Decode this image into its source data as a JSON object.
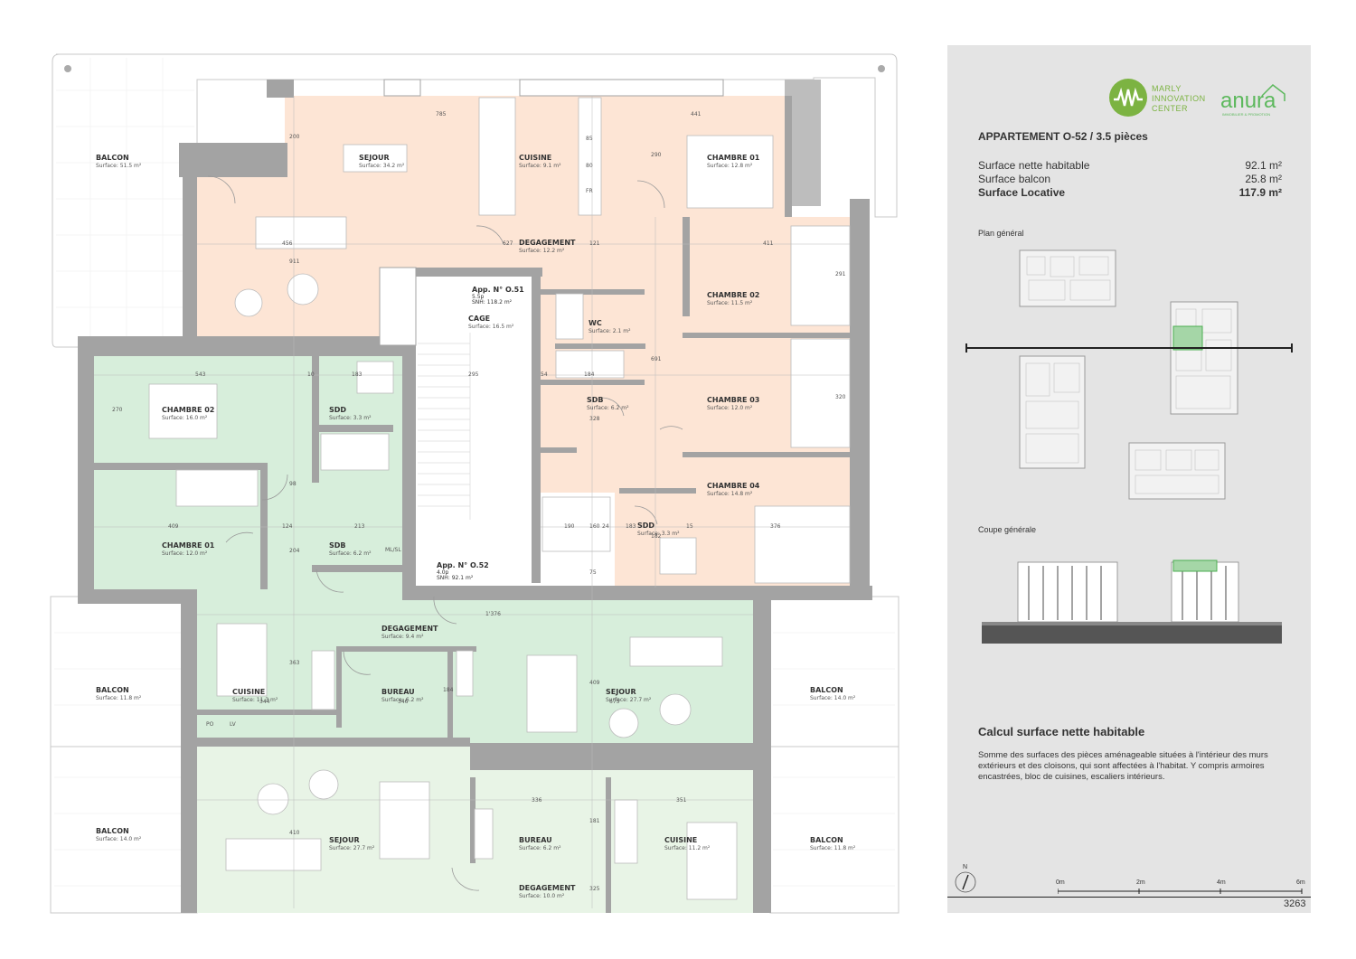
{
  "colors": {
    "peach_apartment": "#fde5d5",
    "green_apartment": "#d7eedb",
    "light_green_apartment": "#e8f4e6",
    "wall": "#9a9a9a",
    "panel_bg": "#e4e4e4",
    "brand_green": "#7cb342"
  },
  "rooms": [
    {
      "id": "balcon_tl",
      "name": "BALCON",
      "surface": "Surface: 51.5 m²"
    },
    {
      "id": "sejour_top",
      "name": "SEJOUR",
      "surface": "Surface: 34.2 m²"
    },
    {
      "id": "cuisine_top",
      "name": "CUISINE",
      "surface": "Surface: 9.1 m²"
    },
    {
      "id": "chambre01_top",
      "name": "CHAMBRE 01",
      "surface": "Surface: 12.8 m²"
    },
    {
      "id": "degagement_top",
      "name": "DEGAGEMENT",
      "surface": "Surface: 12.2 m²"
    },
    {
      "id": "chambre02_right",
      "name": "CHAMBRE 02",
      "surface": "Surface: 11.5 m²"
    },
    {
      "id": "cage",
      "name": "CAGE",
      "surface": "Surface: 16.5 m²"
    },
    {
      "id": "wc",
      "name": "WC",
      "surface": "Surface: 2.1 m²"
    },
    {
      "id": "chambre02_left",
      "name": "CHAMBRE 02",
      "surface": "Surface: 16.0 m²"
    },
    {
      "id": "sdd_left",
      "name": "SDD",
      "surface": "Surface: 3.3 m²"
    },
    {
      "id": "sdb_mid",
      "name": "SDB",
      "surface": "Surface: 6.2 m²"
    },
    {
      "id": "chambre03",
      "name": "CHAMBRE 03",
      "surface": "Surface: 12.0 m²"
    },
    {
      "id": "chambre04",
      "name": "CHAMBRE 04",
      "surface": "Surface: 14.8 m²"
    },
    {
      "id": "chambre01_left",
      "name": "CHAMBRE 01",
      "surface": "Surface: 12.0 m²"
    },
    {
      "id": "sdb_left",
      "name": "SDB",
      "surface": "Surface: 6.2 m²"
    },
    {
      "id": "sdd_right",
      "name": "SDD",
      "surface": "Surface: 3.3 m²"
    },
    {
      "id": "degagement_mid",
      "name": "DEGAGEMENT",
      "surface": "Surface: 9.4 m²"
    },
    {
      "id": "balcon_ml",
      "name": "BALCON",
      "surface": "Surface: 11.8 m²"
    },
    {
      "id": "cuisine_mid",
      "name": "CUISINE",
      "surface": "Surface: 11.3 m²"
    },
    {
      "id": "bureau_mid",
      "name": "BUREAU",
      "surface": "Surface: 6.2 m²"
    },
    {
      "id": "sejour_mid",
      "name": "SEJOUR",
      "surface": "Surface: 27.7 m²"
    },
    {
      "id": "balcon_mr",
      "name": "BALCON",
      "surface": "Surface: 14.0 m²"
    },
    {
      "id": "balcon_bl",
      "name": "BALCON",
      "surface": "Surface: 14.0 m²"
    },
    {
      "id": "sejour_bot",
      "name": "SEJOUR",
      "surface": "Surface: 27.7 m²"
    },
    {
      "id": "bureau_bot",
      "name": "BUREAU",
      "surface": "Surface: 6.2 m²"
    },
    {
      "id": "cuisine_bot",
      "name": "CUISINE",
      "surface": "Surface: 11.2 m²"
    },
    {
      "id": "balcon_br",
      "name": "BALCON",
      "surface": "Surface: 11.8 m²"
    },
    {
      "id": "degagement_bot",
      "name": "DEGAGEMENT",
      "surface": "Surface: 10.0 m²"
    }
  ],
  "apartment_tags": [
    {
      "id": "app051",
      "title": "App. N° O.51",
      "line1": "5.5p",
      "line2": "SNH: 118.2 m²"
    },
    {
      "id": "app052",
      "title": "App. N° O.52",
      "line1": "4.0p",
      "line2": "SNH: 92.1 m²"
    }
  ],
  "dimensions": [
    "785",
    "441",
    "200",
    "290",
    "456",
    "627",
    "121",
    "411",
    "911",
    "291",
    "543",
    "183",
    "295",
    "54",
    "184",
    "691",
    "270",
    "320",
    "328",
    "98",
    "409",
    "124",
    "213",
    "190",
    "160",
    "24",
    "183",
    "182",
    "376",
    "204",
    "1'376",
    "363",
    "344",
    "346",
    "184",
    "675",
    "409",
    "336",
    "351",
    "181",
    "410",
    "325",
    "10",
    "15",
    "80",
    "85",
    "75",
    "LV",
    "PO",
    "FR",
    "ML/SL"
  ],
  "panel": {
    "logo_mic_lines": [
      "MARLY",
      "INNOVATION",
      "CENTER"
    ],
    "logo_anura": "anura",
    "logo_anura_sub": "IMMOBILIER & PROMOTION",
    "title": "APPARTEMENT O-52 / 3.5 pièces",
    "rows": [
      {
        "label": "Surface nette habitable",
        "value": "92.1 m²"
      },
      {
        "label": "Surface balcon",
        "value": "25.8 m²"
      },
      {
        "label": "Surface Locative",
        "value": "117.9 m²"
      }
    ],
    "plan_general": "Plan général",
    "coupe_generale": "Coupe générale",
    "calc_title": "Calcul surface nette habitable",
    "calc_text": "Somme des surfaces des pièces aménageable situées à l'intérieur des murs extérieurs et des cloisons, qui sont affectées à l'habitat. Y compris armoires encastrées, bloc de cuisines, escaliers intérieurs.",
    "scale_labels": [
      "0m",
      "2m",
      "4m",
      "6m"
    ],
    "north": "N",
    "page_number": "3263"
  }
}
